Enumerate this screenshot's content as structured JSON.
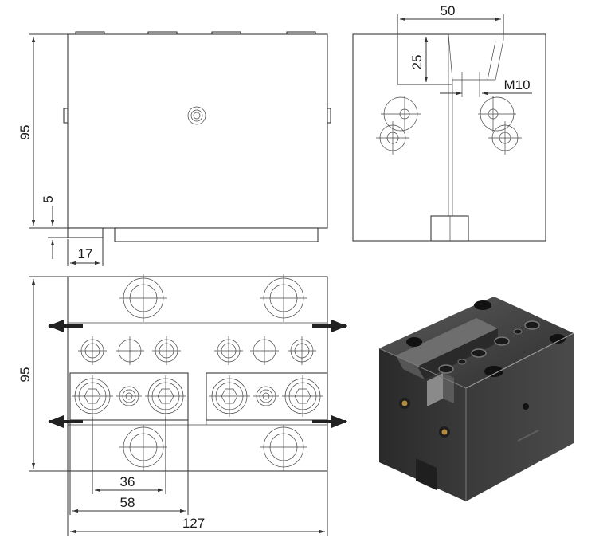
{
  "dimensions": {
    "front_height": "95",
    "front_offset": "5",
    "front_width_small": "17",
    "side_width": "50",
    "side_depth": "25",
    "side_thread": "M10",
    "top_height": "95",
    "top_spacing_a": "36",
    "top_spacing_b": "58",
    "top_total_width": "127"
  },
  "colors": {
    "line": "#333333",
    "arrow": "#222222",
    "photo_body": "#3d3d3d",
    "photo_light": "#6b6b6b",
    "brass": "#b58a3a"
  }
}
